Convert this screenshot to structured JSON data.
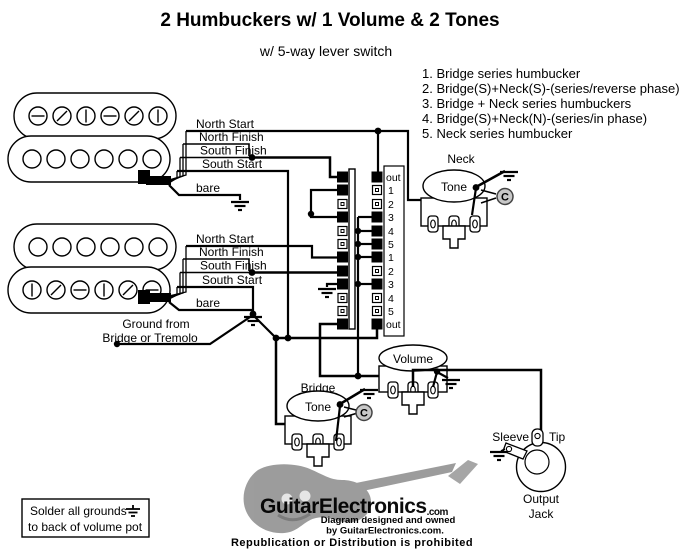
{
  "title": "2 Humbuckers w/ 1 Volume & 2 Tones",
  "subtitle": "w/ 5-way lever switch",
  "positions": [
    "1. Bridge series humbucker",
    "2. Bridge(S)+Neck(S)-(series/reverse phase)",
    "3. Bridge + Neck series humbuckers",
    "4. Bridge(S)+Neck(N)-(series/in phase)",
    "5. Neck series humbucker"
  ],
  "wire_labels": [
    "North Start",
    "North Finish",
    "South Finish",
    "South Start",
    "bare"
  ],
  "tremolo_ground": {
    "line1": "Ground from",
    "line2": "Bridge or Tremolo"
  },
  "switch": {
    "terminals": [
      "out",
      "1",
      "2",
      "3",
      "4",
      "5",
      "1",
      "2",
      "3",
      "4",
      "5",
      "out"
    ]
  },
  "pots": {
    "neck_tone": {
      "position": "Neck",
      "control": "Tone"
    },
    "bridge_tone": {
      "position": "Bridge",
      "control": "Tone"
    },
    "volume": {
      "control": "Volume"
    },
    "capacitor": "C"
  },
  "jack": {
    "sleeve": "Sleeve",
    "tip": "Tip",
    "caption_line1": "Output",
    "caption_line2": "Jack"
  },
  "note_box": {
    "line1": "Solder all grounds",
    "line2": "to back of volume pot"
  },
  "watermark": {
    "brand": "GuitarElectronics",
    "brand_suffix": ".com",
    "credit_line1": "Diagram designed and owned",
    "credit_line2": "by GuitarElectronics.com.",
    "notice": "Republication or Distribution is prohibited"
  }
}
